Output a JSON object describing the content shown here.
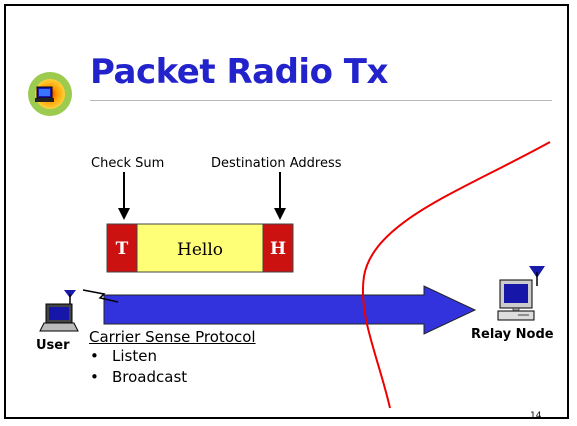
{
  "slide": {
    "title": "Packet Radio Tx",
    "page_number": "14"
  },
  "packet": {
    "trailer": "T",
    "payload": "Hello",
    "header": "H",
    "checksum_label": "Check Sum",
    "destination_label": "Destination Address"
  },
  "nodes": {
    "user_label": "User",
    "relay_label": "Relay Node"
  },
  "protocol": {
    "name": "Carrier Sense Protocol",
    "steps": [
      "Listen",
      "Broadcast"
    ]
  },
  "colors": {
    "title": "#2323cc",
    "field_red": "#cc1111",
    "payload_yellow": "#ffff77",
    "arrow_blue": "#3333dd",
    "range_curve": "#ee0000"
  }
}
